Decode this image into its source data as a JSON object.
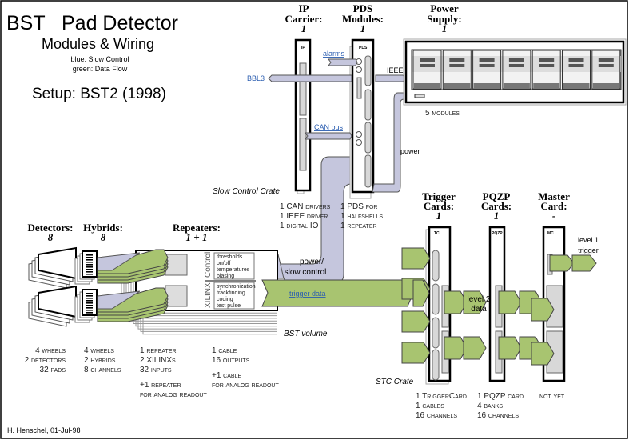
{
  "title": "BST   Pad Detector",
  "subtitle": "Modules & Wiring",
  "legend": {
    "blue": "blue: Slow Control",
    "green": "green: Data Flow"
  },
  "setup": "Setup: BST2 (1998)",
  "colors": {
    "slow_control": "#c5c6dd",
    "data_flow": "#a8c470"
  },
  "headers": {
    "ip": {
      "l1": "IP",
      "l2": "Carrier:",
      "n": "1",
      "card": "IP"
    },
    "pds": {
      "l1": "PDS",
      "l2": "Modules:",
      "n": "1",
      "card": "PDS"
    },
    "ps": {
      "l1": "Power",
      "l2": "Supply:",
      "n": "1"
    },
    "det": {
      "l1": "Detectors:",
      "n": "8"
    },
    "hyb": {
      "l1": "Hybrids:",
      "n": "8"
    },
    "rep": {
      "l1": "Repeaters:",
      "n": "1 + 1"
    },
    "tc": {
      "l1": "Trigger",
      "l2": "Cards:",
      "n": "1",
      "card": "TC"
    },
    "pqzp": {
      "l1": "PQZP",
      "l2": "Cards:",
      "n": "1",
      "card": "PQZP"
    },
    "mc": {
      "l1": "Master",
      "l2": "Card:",
      "n": "-",
      "card": "MC"
    }
  },
  "signals": {
    "alarms": "alarms",
    "bbl3": "BBL3",
    "can": "CAN bus",
    "ieee": "IEEE",
    "power": "power",
    "pwr_sc1": "power/",
    "pwr_sc2": "slow control",
    "trigger_data": "trigger data",
    "l2a": "level 2",
    "l2b": "data",
    "l1a": "level 1",
    "l1b": "trigger"
  },
  "ps_modules": "5 modules",
  "crates": {
    "slow": "Slow Control Crate",
    "bst": "BST volume",
    "stc": "STC Crate"
  },
  "slow_crate_counts": {
    "left": [
      "1 CAN drivers",
      "1 IEEE driver",
      "1 digital IO"
    ],
    "right": [
      "1 PDS for",
      "1 halfshells",
      "1 repeater"
    ]
  },
  "repeater": {
    "control": "Control",
    "xilinx": "XILINX",
    "control_items": [
      "thresholds",
      "on/off",
      "temperatures",
      "biasing"
    ],
    "xilinx_items": [
      "synchronization",
      "trackfinding",
      "coding",
      "test pulse"
    ]
  },
  "counts": {
    "det": [
      "4 wheels",
      "2 detectors",
      "32 pads"
    ],
    "hyb": [
      "4 wheels",
      "2 hybrids",
      "8 channels"
    ],
    "rep": [
      "1 repeater",
      "2 XILINXs",
      "32 inputs",
      "+1 repeater",
      "for analog readout"
    ],
    "cable": [
      "1 cable",
      "16 outputs",
      "+1 cable",
      "for analog readout"
    ],
    "tc": [
      "1 TriggerCard",
      "1 cables",
      "16 channels"
    ],
    "pqzp": [
      "1 PQZP card",
      "4 banks",
      "16 channels"
    ],
    "mc": [
      "not yet"
    ]
  },
  "author": "H. Henschel, 01-Jul-98"
}
